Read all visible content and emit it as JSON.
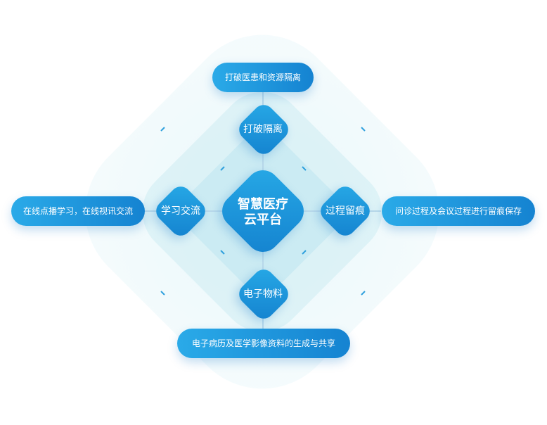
{
  "center": {
    "line1": "智慧医疗",
    "line2": "云平台"
  },
  "nodes": {
    "top": {
      "label": "打破隔离",
      "desc": "打破医患和资源隔离"
    },
    "left": {
      "label": "学习交流",
      "desc": "在线点播学习，在线视讯交流"
    },
    "right": {
      "label": "过程留痕",
      "desc": "问诊过程及会议过程进行留痕保存"
    },
    "bottom": {
      "label": "电子物料",
      "desc": "电子病历及医学影像资料的生成与共享"
    }
  },
  "colors": {
    "accent_start": "#27a9e6",
    "accent_end": "#1482cf",
    "connector": "#b9d9ea",
    "tick": "#2fa0dd"
  }
}
